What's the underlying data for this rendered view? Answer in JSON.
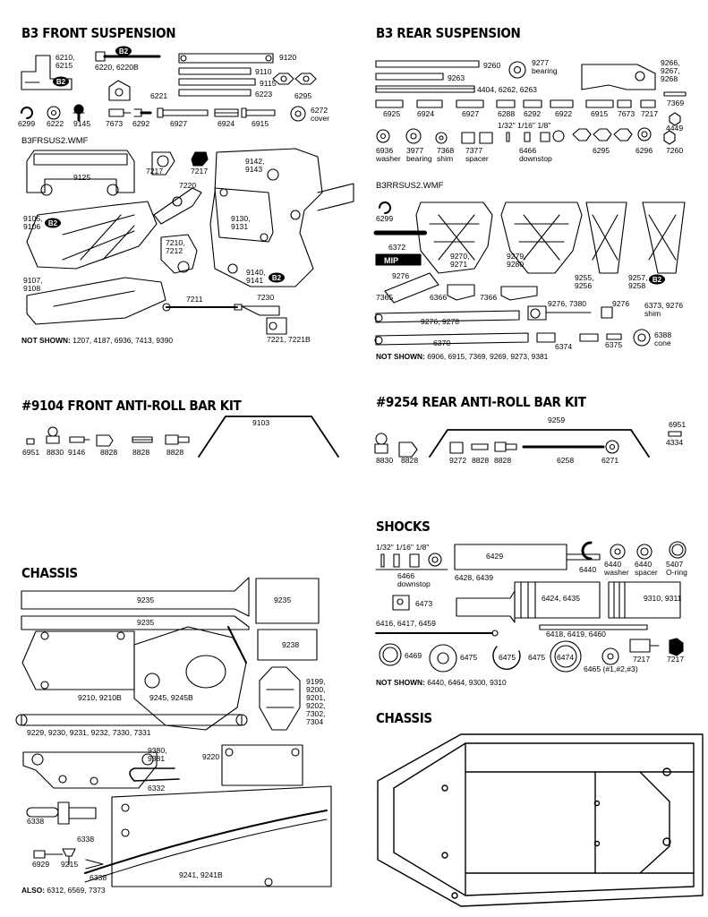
{
  "sections": {
    "front_suspension": {
      "title": "B3 FRONT SUSPENSION",
      "file": "B3FRSUS2.WMF",
      "not_shown_label": "NOT SHOWN:",
      "not_shown": "1207, 4187, 6936, 7413, 9390",
      "parts": [
        "6210,",
        "6215",
        "6220, 6220B",
        "9120",
        "9110",
        "9115",
        "6223",
        "6221",
        "6295",
        "6299",
        "6222",
        "9145",
        "7673",
        "6292",
        "6927",
        "6924",
        "6915",
        "6272",
        "cover",
        "9125",
        "7217",
        "7217",
        "9142,",
        "9143",
        "7220",
        "9105,",
        "9106",
        "9130,",
        "9131",
        "7210,",
        "7212",
        "9107,",
        "9108",
        "9140,",
        "9141",
        "7211",
        "7230",
        "7221, 7221B"
      ]
    },
    "rear_suspension": {
      "title": "B3 REAR SUSPENSION",
      "file": "B3RRSUS2.WMF",
      "not_shown_label": "NOT SHOWN:",
      "not_shown": "6906, 6915, 7369, 9269, 9273, 9381",
      "parts": [
        "9260",
        "9277",
        "bearing",
        "9266,",
        "9267,",
        "9268",
        "9263",
        "4404, 6262, 6263",
        "6925",
        "6924",
        "6927",
        "6288",
        "6292",
        "6922",
        "6915",
        "7673",
        "7217",
        "7369",
        "4449",
        "6936",
        "washer",
        "3977",
        "bearing",
        "7368",
        "shim",
        "7377",
        "spacer",
        "1/32\"  1/16\"  1/8\"",
        "6466",
        "downstop",
        "6295",
        "6296",
        "7260",
        "6299",
        "6372",
        "9276",
        "9270,",
        "9271",
        "9279,",
        "9280",
        "9255,",
        "9256",
        "9257,",
        "9258",
        "7365",
        "6366",
        "7366",
        "9276, 7380",
        "9276",
        "6373, 9276",
        "shim",
        "9276, 9278",
        "6370",
        "6374",
        "6375",
        "6388",
        "cone"
      ]
    },
    "front_anti_roll": {
      "title": "#9104 FRONT ANTI-ROLL BAR KIT",
      "parts": [
        "9103",
        "6951",
        "8830",
        "9146",
        "8828",
        "8828",
        "8828"
      ]
    },
    "rear_anti_roll": {
      "title": "#9254 REAR ANTI-ROLL BAR KIT",
      "parts": [
        "9259",
        "6951",
        "4334",
        "8830",
        "8828",
        "9272",
        "8828",
        "8828",
        "6258",
        "6271"
      ]
    },
    "chassis_left": {
      "title": "CHASSIS",
      "also_label": "ALSO:",
      "also": "6312, 6569, 7373",
      "parts": [
        "9235",
        "9235",
        "9235",
        "9238",
        "9210, 9210B",
        "9245, 9245B",
        "9199,",
        "9200,",
        "9201,",
        "9202,",
        "7302,",
        "7304",
        "9229, 9230, 9231, 9232, 7330, 7331",
        "9380,",
        "9381",
        "9220",
        "6332",
        "6338",
        "6338",
        "6929",
        "9215",
        "6338",
        "9241, 9241B"
      ]
    },
    "shocks": {
      "title": "SHOCKS",
      "not_shown_label": "NOT SHOWN:",
      "not_shown": "6440, 6464, 9300, 9310",
      "parts": [
        "1/32\"  1/16\"  1/8\"",
        "6466",
        "downstop",
        "6429",
        "6428, 6439",
        "6440",
        "6440",
        "washer",
        "6440",
        "spacer",
        "5407",
        "O-ring",
        "6473",
        "6424, 6435",
        "9310, 9311",
        "6416, 6417, 6459",
        "6418, 6419, 6460",
        "6469",
        "6475",
        "6475",
        "6475",
        "6474",
        "6465 (#1,#2,#3)",
        "7217",
        "7217"
      ]
    },
    "chassis_right": {
      "title": "CHASSIS"
    }
  },
  "badge_text": "B2",
  "mip_text": "MIP"
}
